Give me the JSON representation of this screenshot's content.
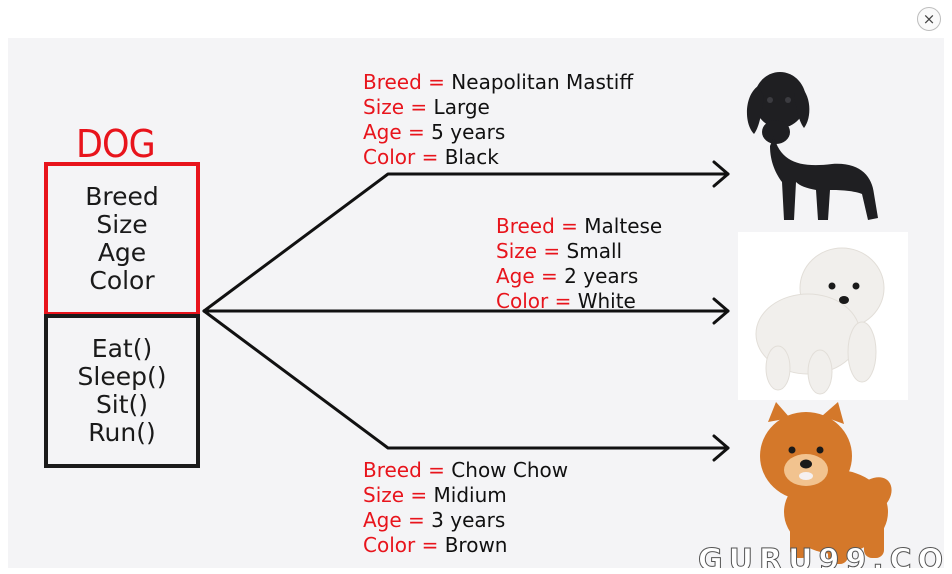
{
  "window": {
    "close_glyph": "×"
  },
  "diagram": {
    "title": "DOG",
    "attributes": [
      "Breed",
      "Size",
      "Age",
      "Color"
    ],
    "methods": [
      "Eat()",
      "Sleep()",
      "Sit()",
      "Run()"
    ],
    "instances": [
      {
        "breed_key": "Breed",
        "breed": "Neapolitan Mastiff",
        "size_key": "Size",
        "size": "Large",
        "age_key": "Age",
        "age": "5 years",
        "color_key": "Color",
        "color": "Black",
        "image": "black-mastiff-puppy"
      },
      {
        "breed_key": "Breed",
        "breed": "Maltese",
        "size_key": "Size",
        "size": "Small",
        "age_key": "Age",
        "age": "2 years",
        "color_key": "Color",
        "color": "White",
        "image": "white-maltese-puppy"
      },
      {
        "breed_key": "Breed",
        "breed": "Chow Chow",
        "size_key": "Size",
        "size": "Midium",
        "age_key": "Age",
        "age": "3 years",
        "color_key": "Color",
        "color": "Brown",
        "image": "brown-chow-chow-puppy"
      }
    ],
    "equals": "=",
    "watermark": "GURU99.CO",
    "colors": {
      "accent": "#e8141c",
      "ink": "#111111",
      "background": "#f4f4f6"
    }
  }
}
